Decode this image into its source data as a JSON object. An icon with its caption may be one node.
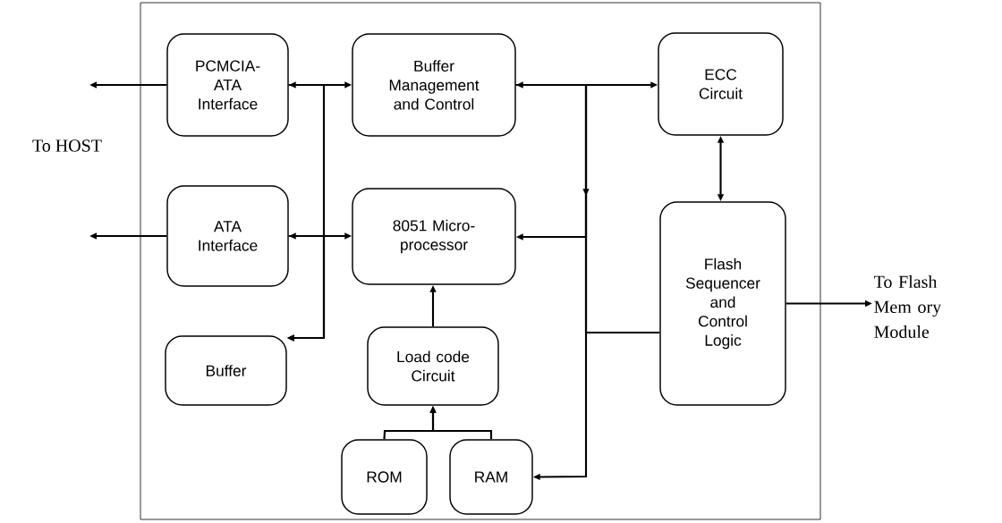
{
  "diagram": {
    "nodes": [
      {
        "text": [
          "PCMCIA- ATA Interface"
        ]
      },
      {
        "text": [
          "Buffer Management and Control"
        ]
      },
      {
        "text": [
          "ECC Circuit"
        ]
      },
      {
        "text": [
          "ATA Interface"
        ]
      },
      {
        "text": [
          "8051 Micro- processor"
        ]
      },
      {
        "text": [
          "Flash Sequencer and Control Logic"
        ]
      },
      {
        "text": [
          "Buffer"
        ]
      },
      {
        "text": [
          "Load code Circuit"
        ]
      },
      {
        "text": [
          "ROM"
        ]
      },
      {
        "text": [
          "RAM"
        ]
      },
      {
        "text": [
          "To Flash Mem ory Module"
        ]
      }
    ],
    "edges": [
      {
        "from": 0,
        "to": null,
        "arrow": "to"
      },
      {
        "from": 3,
        "to": null,
        "arrow": "to"
      },
      {
        "from": 0,
        "to": 1,
        "arrow": "both"
      },
      {
        "from": 3,
        "to": 4,
        "arrow": "both"
      },
      {
        "from": 0,
        "to": 6,
        "arrow": "to"
      },
      {
        "from": 3,
        "to": 6,
        "arrow": "to"
      },
      {
        "from": 1,
        "to": 2,
        "arrow": "both"
      },
      {
        "from": 1,
        "to": 4,
        "arrow": "to"
      },
      {
        "from": 2,
        "to": 5,
        "arrow": "both"
      },
      {
        "from": 1,
        "to": 5,
        "arrow": "none"
      },
      {
        "from": 1,
        "to": 9,
        "arrow": "to"
      },
      {
        "from": 7,
        "to": 4,
        "arrow": "to"
      },
      {
        "from": 8,
        "to": 7,
        "arrow": "to"
      },
      {
        "from": 9,
        "to": 7,
        "arrow": "to"
      },
      {
        "from": 5,
        "to": 10,
        "arrow": "to"
      }
    ],
    "labels": [
      "To HOST"
    ]
  }
}
